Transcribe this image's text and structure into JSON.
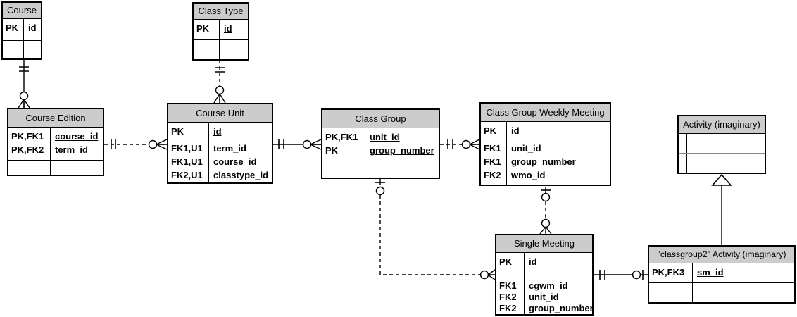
{
  "diagram_type": "entity-relationship-diagram",
  "colors": {
    "header_bg": "#cccccc",
    "line": "#000000",
    "gray_divider": "#8a8a8a",
    "background": "#ffffff"
  },
  "entities": {
    "course": {
      "title": "Course",
      "pk_rows": [
        {
          "key": "PK",
          "name": "id"
        }
      ],
      "attr_rows": []
    },
    "class_type": {
      "title": "Class Type",
      "pk_rows": [
        {
          "key": "PK",
          "name": "id"
        }
      ],
      "attr_rows": []
    },
    "course_edition": {
      "title": "Course Edition",
      "pk_rows": [
        {
          "key": "PK,FK1",
          "name": "course_id"
        },
        {
          "key": "PK,FK2",
          "name": "term_id"
        }
      ],
      "attr_rows": []
    },
    "course_unit": {
      "title": "Course Unit",
      "pk_rows": [
        {
          "key": "PK",
          "name": "id"
        }
      ],
      "attr_rows": [
        {
          "key": "FK1,U1",
          "name": "term_id"
        },
        {
          "key": "FK1,U1",
          "name": "course_id"
        },
        {
          "key": "FK2,U1",
          "name": "classtype_id"
        }
      ]
    },
    "class_group": {
      "title": "Class Group",
      "pk_rows": [
        {
          "key": "PK,FK1",
          "name": "unit_id"
        },
        {
          "key": "PK",
          "name": "group_number"
        }
      ],
      "attr_rows": []
    },
    "class_group_weekly_meeting": {
      "title": "Class Group Weekly Meeting",
      "pk_rows": [
        {
          "key": "PK",
          "name": "id"
        }
      ],
      "attr_rows": [
        {
          "key": "FK1",
          "name": "unit_id"
        },
        {
          "key": "FK1",
          "name": "group_number"
        },
        {
          "key": "FK2",
          "name": "wmo_id"
        }
      ]
    },
    "activity": {
      "title": "Activity (imaginary)",
      "pk_rows": [],
      "attr_rows": []
    },
    "single_meeting": {
      "title": "Single Meeting",
      "pk_rows": [
        {
          "key": "PK",
          "name": "id"
        }
      ],
      "attr_rows": [
        {
          "key": "FK1",
          "name": "cgwm_id"
        },
        {
          "key": "FK2",
          "name": "unit_id"
        },
        {
          "key": "FK2",
          "name": "group_number"
        }
      ]
    },
    "classgroup2_activity": {
      "title": "\"classgroup2\" Activity (imaginary)",
      "pk_rows": [
        {
          "key": "PK,FK3",
          "name": "sm_id"
        }
      ],
      "attr_rows": []
    }
  },
  "relationships": [
    {
      "parent": "Course",
      "child": "Course Edition",
      "parent_cardinality": "one and only one",
      "child_cardinality": "zero or more",
      "line": "solid"
    },
    {
      "parent": "Class Type",
      "child": "Course Unit",
      "parent_cardinality": "one and only one",
      "child_cardinality": "zero or more",
      "line": "dashed"
    },
    {
      "parent": "Course Edition",
      "child": "Course Unit",
      "parent_cardinality": "one and only one",
      "child_cardinality": "zero or more",
      "line": "dashed"
    },
    {
      "parent": "Course Unit",
      "child": "Class Group",
      "parent_cardinality": "one and only one",
      "child_cardinality": "zero or more",
      "line": "solid"
    },
    {
      "parent": "Class Group",
      "child": "Class Group Weekly Meeting",
      "parent_cardinality": "one and only one",
      "child_cardinality": "zero or more",
      "line": "dashed"
    },
    {
      "parent": "Class Group",
      "child": "Single Meeting",
      "parent_cardinality": "zero or one",
      "child_cardinality": "zero or more",
      "line": "dashed"
    },
    {
      "parent": "Class Group Weekly Meeting",
      "child": "Single Meeting",
      "parent_cardinality": "zero or one",
      "child_cardinality": "zero or more",
      "line": "dashed"
    },
    {
      "parent": "Single Meeting",
      "child": "\"classgroup2\" Activity (imaginary)",
      "parent_cardinality": "one and only one",
      "child_cardinality": "zero or one",
      "line": "solid"
    },
    {
      "parent": "Activity (imaginary)",
      "child": "\"classgroup2\" Activity (imaginary)",
      "type": "inheritance",
      "line": "solid"
    }
  ]
}
